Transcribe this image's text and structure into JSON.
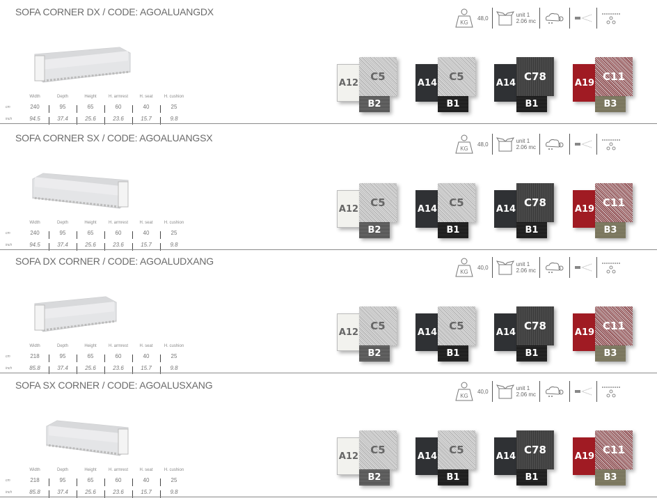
{
  "dim_headers": [
    "Width",
    "Depth",
    "Height",
    "H. armrest",
    "H. seat",
    "H. cushion"
  ],
  "units": {
    "cm": "cm",
    "inch": "inch"
  },
  "icons": {
    "weight_unit": "KG",
    "pack_line1": "unit 1",
    "pack_line2": "2.06 mc"
  },
  "swatches": [
    {
      "a": "A12",
      "c": "C5",
      "b": "B2",
      "a_style": "light",
      "c_style": "grey",
      "b_style": "mesh1"
    },
    {
      "a": "A14",
      "c": "C5",
      "b": "B1",
      "a_style": "dark",
      "c_style": "grey",
      "b_style": "mesh2"
    },
    {
      "a": "A14",
      "c": "C78",
      "b": "B1",
      "a_style": "dark",
      "c_style": "charc",
      "b_style": "mesh2"
    },
    {
      "a": "A19",
      "c": "C11",
      "b": "B3",
      "a_style": "red",
      "c_style": "redmix",
      "b_style": "mesh3"
    }
  ],
  "sections": [
    {
      "title": "SOFA CORNER DX / CODE: AGOALUANGDX",
      "weight": "48,0",
      "cm": [
        "240",
        "95",
        "65",
        "60",
        "40",
        "25"
      ],
      "inch": [
        "94.5",
        "37.4",
        "25.6",
        "23.6",
        "15.7",
        "9.8"
      ]
    },
    {
      "title": "SOFA CORNER SX / CODE: AGOALUANGSX",
      "weight": "48,0",
      "cm": [
        "240",
        "95",
        "65",
        "60",
        "40",
        "25"
      ],
      "inch": [
        "94.5",
        "37.4",
        "25.6",
        "23.6",
        "15.7",
        "9.8"
      ]
    },
    {
      "title": "SOFA DX CORNER / CODE: AGOALUDXANG",
      "weight": "40,0",
      "cm": [
        "218",
        "95",
        "65",
        "60",
        "40",
        "25"
      ],
      "inch": [
        "85.8",
        "37.4",
        "25.6",
        "23.6",
        "15.7",
        "9.8"
      ]
    },
    {
      "title": "SOFA SX CORNER / CODE: AGOALUSXANG",
      "weight": "40,0",
      "cm": [
        "218",
        "95",
        "65",
        "60",
        "40",
        "25"
      ],
      "inch": [
        "85.8",
        "37.4",
        "25.6",
        "23.6",
        "15.7",
        "9.8"
      ]
    }
  ]
}
